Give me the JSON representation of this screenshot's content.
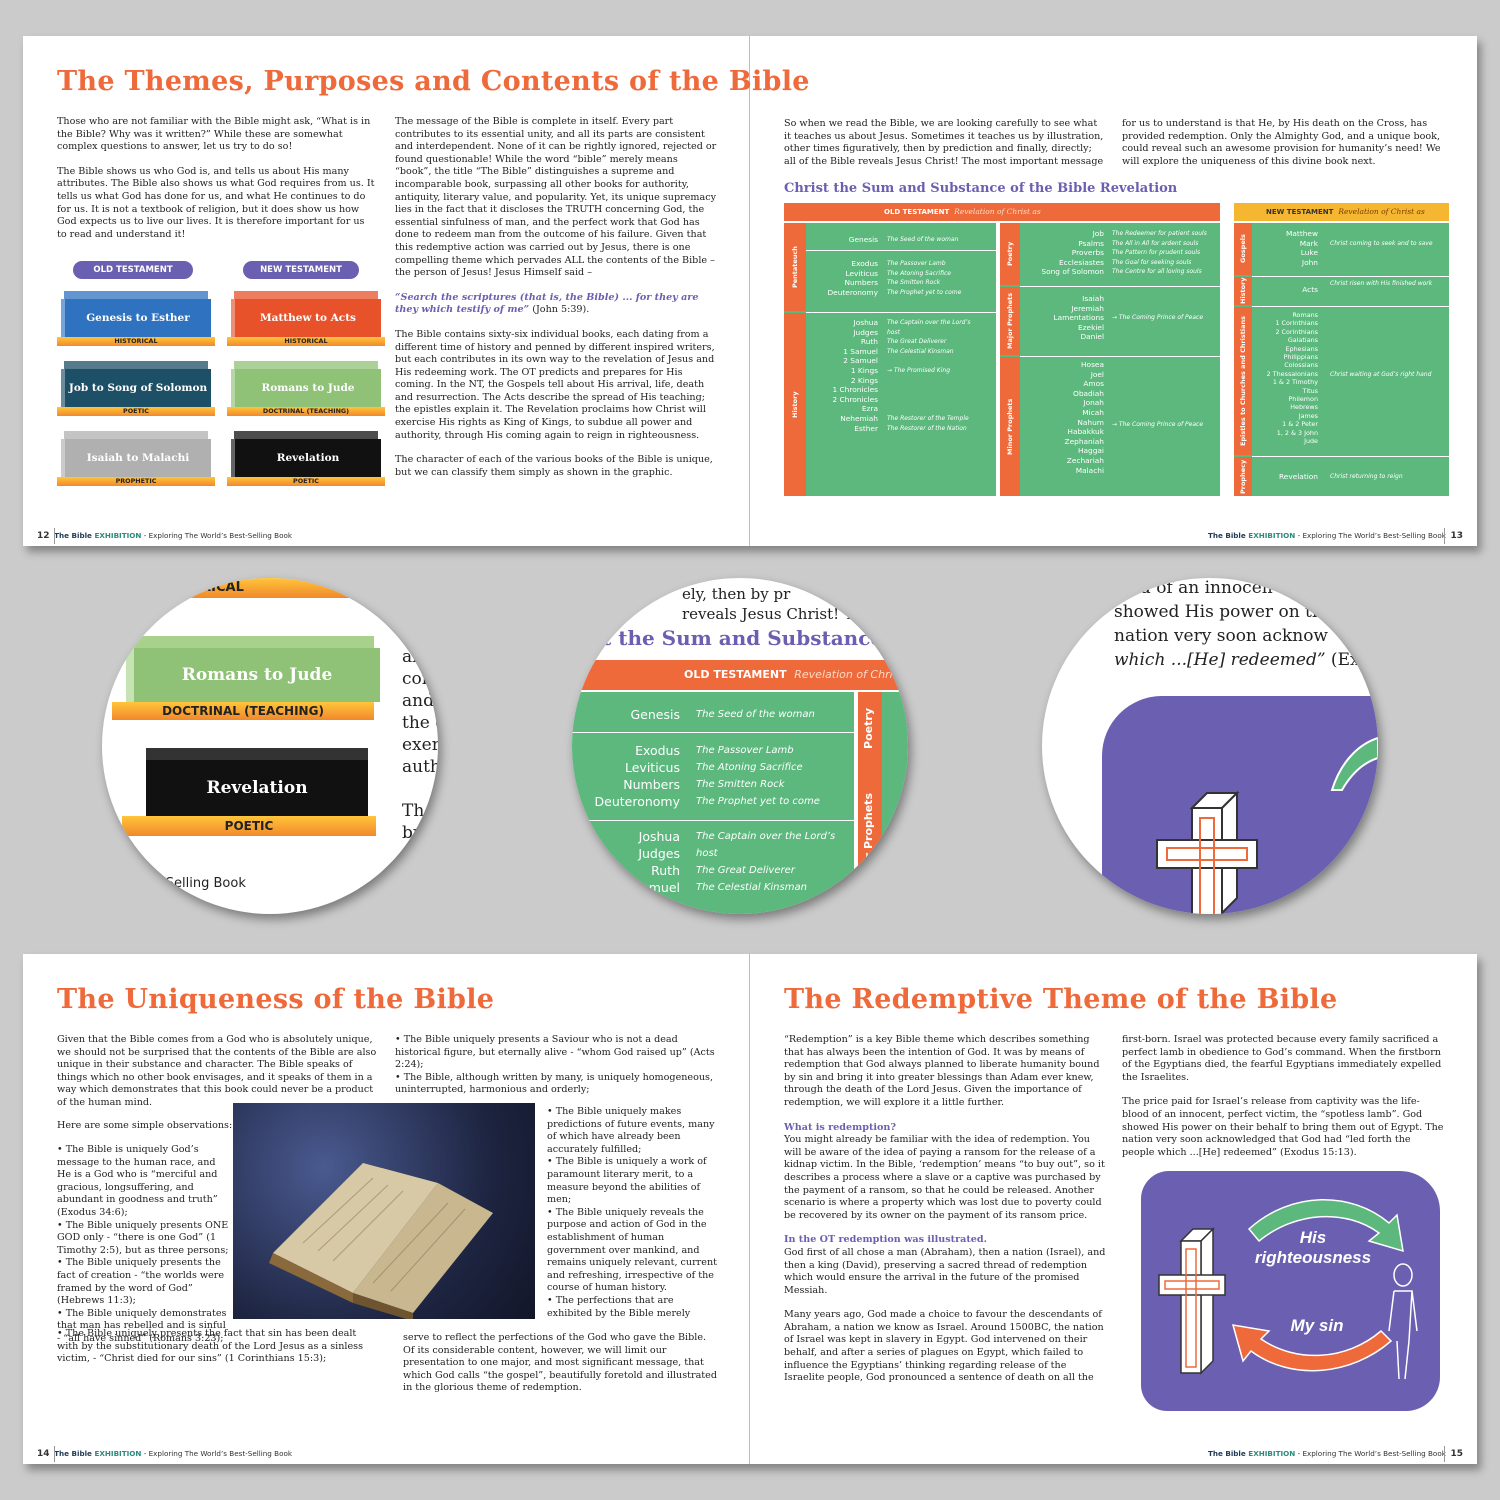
{
  "p12": {
    "title": "The Themes, Purposes and Contents of the Bible",
    "col1": [
      "Those who are not familiar with the Bible might ask, “What is in the Bible? Why was it written?” While these are somewhat complex questions to answer, let us try to do so!",
      "The Bible shows us who God is, and tells us about His many attributes. The Bible also shows us what God requires from us. It tells us what God has done for us, and what He continues to do for us. It is not a textbook of religion, but it does show us how God expects us to live our lives. It is therefore important for us to read and understand it!"
    ],
    "col2a": "The message of the Bible is complete in itself. Every part contributes to its essential unity, and all its parts are consistent and interdependent. None of it can be rightly ignored, rejected or found questionable! While the word “bible” merely means “book”, the title “The Bible” distinguishes a supreme and incomparable book, surpassing all other books for authority, antiquity, literary value, and popularity. Yet, its unique supremacy lies in the fact that it discloses the TRUTH concerning God, the essential sinfulness of man, and the perfect work that God has done to redeem man from the outcome of his failure. Given that this redemptive action was carried out by Jesus, there is one compelling theme which pervades ALL the contents of the Bible – the person of Jesus! Jesus Himself said –",
    "quote": "“Search the scriptures (that is, the Bible) ... for they are they which testify of me”",
    "quote_ref": " (John 5:39).",
    "col2b": "The Bible contains sixty-six individual books, each dating from a different time of history and penned by different inspired writers, but each contributes in its own way to the revelation of Jesus and His redeeming work. The OT predicts and prepares for His coming. In the NT, the Gospels tell about His arrival, life, death and resurrection. The Acts describe the spread of His teaching; the epistles explain it. The Revelation proclaims how Christ will exercise His rights as King of Kings, to subdue all power and authority, through His coming again to reign in righteousness.",
    "col2c": "The character of each of the various books of the Bible is unique, but we can classify them simply as shown in the graphic.",
    "ot_label": "OLD TESTAMENT",
    "nt_label": "NEW TESTAMENT",
    "books": [
      {
        "name": "Genesis to Esther",
        "type": "HISTORICAL",
        "color": "#2f73c0"
      },
      {
        "name": "Matthew to Acts",
        "type": "HISTORICAL",
        "color": "#e8522b"
      },
      {
        "name": "Job to Song of Solomon",
        "type": "POETIC",
        "color": "#1d4f66"
      },
      {
        "name": "Romans to Jude",
        "type": "DOCTRINAL (TEACHING)",
        "color": "#8fc276"
      },
      {
        "name": "Isaiah to Malachi",
        "type": "PROPHETIC",
        "color": "#b0b0b0"
      },
      {
        "name": "Revelation",
        "type": "POETIC",
        "color": "#111111"
      }
    ],
    "page_num": "12"
  },
  "footer": {
    "bible": "The Bible ",
    "exhibition": "EXHIBITION",
    "rest": " - Exploring The World’s Best-Selling Book"
  },
  "p13": {
    "col1": "So when we read the Bible, we are looking carefully to see what it teaches us about Jesus. Sometimes it teaches us by illustration, other times figuratively, then by prediction and finally, directly; all of the Bible reveals Jesus Christ! The most important message",
    "col2": "for us to understand is that He, by His death on the Cross, has provided redemption. Only the Almighty God, and a unique book, could reveal such an awesome provision for humanity’s need! We will explore the uniqueness of this divine book next.",
    "chart_title": "Christ the Sum and Substance of the Bible Revelation",
    "ot_head": "OLD TESTAMENT",
    "nt_head": "NEW TESTAMENT",
    "rev": "Revelation of Christ as",
    "sections": {
      "pentateuch": "Pentateuch",
      "history": "History",
      "poetry": "Poetry",
      "major": "Major Prophets",
      "minor": "Minor Prophets",
      "gospels": "Gospels",
      "nt_history": "History",
      "epistles": "Epistles to Churches and Christians",
      "prophecy": "Prophecy"
    },
    "genesis": {
      "names": [
        "Genesis"
      ],
      "notes": [
        "The Seed of the woman"
      ]
    },
    "pent": {
      "names": [
        "Exodus",
        "Leviticus",
        "Numbers",
        "Deuteronomy"
      ],
      "notes": [
        "The Passover Lamb",
        "The Atoning Sacrifice",
        "The Smitten Rock",
        "The Prophet yet to come"
      ]
    },
    "hist": {
      "names": [
        "Joshua",
        "Judges",
        "Ruth",
        "1 Samuel",
        "2 Samuel",
        "1 Kings",
        "2 Kings",
        "1 Chronicles",
        "2 Chronicles",
        "Ezra",
        "Nehemiah",
        "Esther"
      ],
      "notes": [
        "The Captain over the Lord’s",
        "host",
        "The Great Deliverer",
        "The Celestial Kinsman",
        "",
        "→ The Promised King",
        "",
        "",
        "",
        "",
        "The Restorer of the Temple",
        "The Restorer of the Nation"
      ]
    },
    "poetry": {
      "names": [
        "Job",
        "Psalms",
        "Proverbs",
        "Ecclesiastes",
        "Song of Solomon"
      ],
      "notes": [
        "The Redeemer for patient souls",
        "The All in All for ardent souls",
        "The Pattern for prudent souls",
        "The Goal for seeking souls",
        "The Centre for all loving souls"
      ]
    },
    "major": {
      "names": [
        "Isaiah",
        "Jeremiah",
        "Lamentations",
        "Ezekiel",
        "Daniel"
      ],
      "note": "→ The Coming Prince of Peace"
    },
    "minor": {
      "names": [
        "Hosea",
        "Joel",
        "Amos",
        "Obadiah",
        "Jonah",
        "Micah",
        "Nahum",
        "Habakkuk",
        "Zephaniah",
        "Haggai",
        "Zechariah",
        "Malachi"
      ],
      "note": "→ The Coming Prince of Peace"
    },
    "gospels": {
      "names": [
        "Matthew",
        "Mark",
        "Luke",
        "John"
      ],
      "note": "Christ coming to seek and to save"
    },
    "acts": {
      "names": [
        "Acts"
      ],
      "note": "Christ risen with His finished work"
    },
    "epistles": {
      "names": [
        "Romans",
        "1 Corinthians",
        "2 Corinthians",
        "Galatians",
        "Ephesians",
        "Philippians",
        "Colossians",
        "2 Thessalonians",
        "1 & 2 Timothy",
        "Titus",
        "Philemon",
        "Hebrews",
        "James",
        "1 & 2 Peter",
        "1, 2 & 3 John",
        "Jude"
      ],
      "note": "Christ waiting at God’s right hand"
    },
    "revelation": {
      "names": [
        "Revelation"
      ],
      "note": "Christ returning to reign"
    },
    "page_num": "13"
  },
  "zoom": {
    "c1_historical": "HISTORICAL",
    "c1_book1": "Romans to Jude",
    "c1_type1": "DOCTRINAL (TEACHING)",
    "c1_book2": "Revelation",
    "c1_type2": "POETIC",
    "c1_footer": "t-Selling Book",
    "c1_side": [
      "al",
      "cor",
      "and",
      "the e",
      "exerc",
      "auth",
      "",
      "The",
      "bu"
    ],
    "c2_top1": "ely, then by pr",
    "c2_top2": "reveals Jesus Christ! The",
    "c2_title": "t the Sum and Substance",
    "c2_head": "OLD TESTAMENT",
    "c2_rev": "Revelation of Chri",
    "c2_poetry": "Poetry",
    "c2_minor": "nor Prophets",
    "c3_lines": [
      "lood of an innocen",
      "showed His power on th",
      "nation very soon acknow"
    ],
    "c3_italic": "which ...[He] redeemed”",
    "c3_ref": " (Ex"
  },
  "p14": {
    "title": "The Uniqueness of the Bible",
    "intro": "Given that the Bible comes from a God who is absolutely unique, we should not be surprised that the contents of the Bible are also unique in their substance and character. The Bible speaks of things which no other book envisages, and it speaks of them in a way which demonstrates that this book could never be a product of the human mind.",
    "obs": "Here are some simple observations:",
    "bullets_left": [
      "• The Bible is uniquely God’s message to the human race, and He is a God who is “merciful and gracious, longsuffering, and abundant in goodness and truth” (Exodus 34:6);",
      "• The Bible uniquely presents ONE GOD only - “there is one God” (1 Timothy 2:5), but as three persons;",
      "• The Bible uniquely presents the fact of creation - “the worlds were framed by the word of God” (Hebrews 11:3);",
      "• The Bible uniquely demonstrates that man has rebelled and is sinful - “all have sinned” (Romans 3:23);",
      "• The Bible uniquely presents the fact that sin has been dealt with by the substitutionary death of the Lord Jesus as a sinless victim, - “Christ died for our sins” (1 Corinthians 15:3);"
    ],
    "bullets_right_top": [
      "• The Bible uniquely presents a Saviour who is not a dead historical figure, but eternally alive - “whom God raised up” (Acts 2:24);",
      "• The Bible, although written by many, is uniquely homogeneous, uninterrupted, harmonious and orderly;"
    ],
    "bullets_right": [
      "• The Bible uniquely makes predictions of future events, many of which have already been accurately fulfilled;",
      "• The Bible is uniquely a work of paramount literary merit, to a measure beyond the abilities of men;",
      "• The Bible uniquely reveals the purpose and action of God in the establishment of human government over mankind, and remains uniquely relevant, current and refreshing, irrespective of the course of human history.",
      "• The perfections that are exhibited by the Bible merely"
    ],
    "closing": "serve to reflect the perfections of the God who gave the Bible. Of its considerable content, however, we will limit our presentation to one major, and most significant message, that which God calls “the gospel”, beautifully foretold and illustrated in the glorious theme of redemption.",
    "page_num": "14"
  },
  "p15": {
    "title": "The Redemptive Theme of the Bible",
    "p1": "“Redemption” is a key Bible theme which describes something that has always been the intention of God. It was by means of redemption that God always planned to liberate humanity bound by sin and bring it into greater blessings than Adam ever knew, through the death of the Lord Jesus. Given the importance of redemption, we will explore it a little further.",
    "h1": "What is redemption?",
    "p2": "You might already be familiar with the idea of redemption. You will be aware of the idea of paying a ransom for the release of a kidnap victim. In the Bible, ‘redemption’ means “to buy out”, so it describes a process where a slave or a captive was purchased by the payment of a ransom, so that he could be released. Another scenario is where a property which was lost due to poverty could be recovered by its owner on the payment of its ransom price.",
    "h2": "In the OT redemption was illustrated.",
    "p3": "God first of all chose a man (Abraham), then a nation (Israel), and then a king (David), preserving a sacred thread of redemption which would ensure the arrival in the future of the promised Messiah.",
    "p4": "Many years ago, God made a choice to favour the descendants of Abraham, a nation we know as Israel. Around 1500BC, the nation of Israel was kept in slavery in Egypt. God intervened on their behalf, and after a series of plagues on Egypt, which failed to influence the Egyptians’ thinking regarding release of the Israelite people, God pronounced a sentence of death on all the",
    "p5": "first-born. Israel was protected because every family sacrificed a perfect lamb in obedience to God’s command. When the firstborn of the Egyptians died, the fearful Egyptians immediately expelled the Israelites.",
    "p6": "The price paid for Israel’s release from captivity was the life-blood of an innocent, perfect victim, the “spotless lamb”. God showed His power on their behalf to bring them out of Egypt. The nation very soon acknowledged that God had “led forth the people which ...[He] redeemed” (Exodus 15:13).",
    "his": "His",
    "righteousness": "righteousness",
    "my_sin": "My sin",
    "page_num": "15"
  }
}
